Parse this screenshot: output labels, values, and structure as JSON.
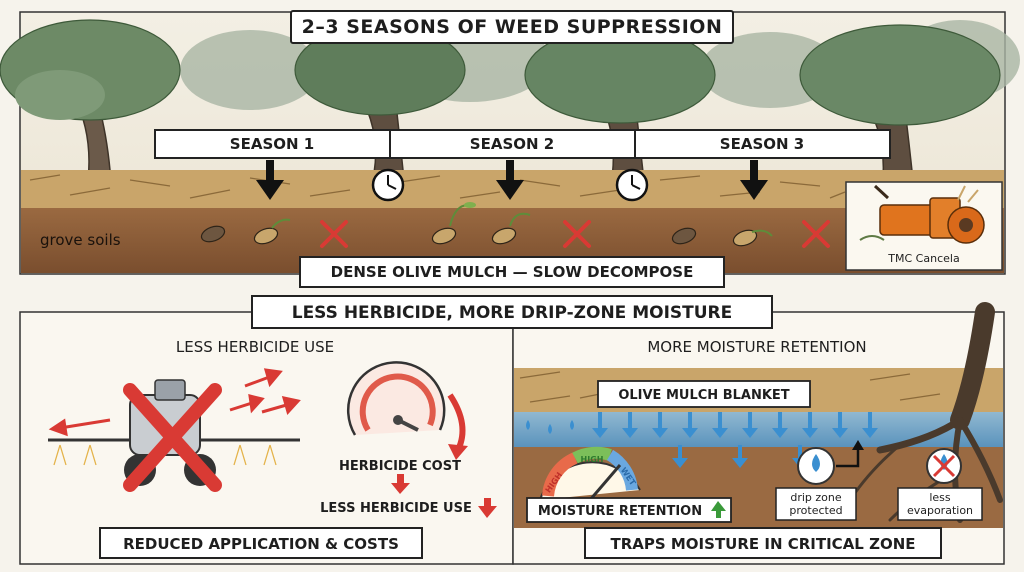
{
  "title": "2–3 SEASONS OF WEED SUPPRESSION",
  "seasons": [
    "SEASON 1",
    "SEASON 2",
    "SEASON 3"
  ],
  "soil_label": "grove soils",
  "top_caption": "DENSE OLIVE MULCH — SLOW DECOMPOSE",
  "brand_label": "TMC Cancela",
  "middle_title": "LESS HERBICIDE, MORE DRIP-ZONE MOISTURE",
  "left_panel": {
    "heading": "LESS HERBICIDE USE",
    "cost_label": "HERBICIDE COST",
    "use_label": "LESS HERBICIDE USE",
    "caption": "REDUCED APPLICATION & COSTS"
  },
  "right_panel": {
    "heading": "MORE MOISTURE RETENTION",
    "blanket_label": "OLIVE MULCH BLANKET",
    "gauge_labels": [
      "HIGH",
      "HIGH",
      "WET"
    ],
    "retention_label": "MOISTURE RETENTION",
    "drip_label": "drip zone protected",
    "evap_label": "less evaporation",
    "caption": "TRAPS MOISTURE IN CRITICAL ZONE"
  },
  "colors": {
    "red_x": "#d93a34",
    "soil": "#8a5a35",
    "mulch": "#c9a56a",
    "water": "#4a9fd8",
    "machine": "#e0741e",
    "tree_canopy": "#5d7b5a"
  }
}
